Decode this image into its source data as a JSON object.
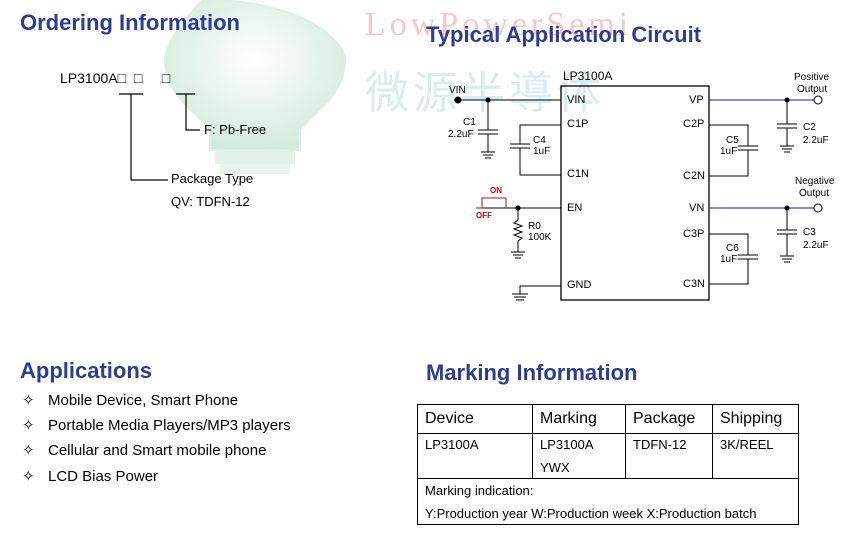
{
  "watermark": {
    "text": "LowPowerSemi",
    "cjk": "微源半導体"
  },
  "ordering": {
    "title": "Ordering Information",
    "part": "LP3100A",
    "box": "□",
    "pb_free": "F: Pb-Free",
    "pkg_type": "Package Type",
    "pkg_value": "QV: TDFN-12"
  },
  "circuit": {
    "title": "Typical Application Circuit",
    "chip": "LP3100A",
    "pins_left": [
      "VIN",
      "C1P",
      "C1N",
      "EN",
      "GND"
    ],
    "pins_right": [
      "VP",
      "C2P",
      "C2N",
      "VN",
      "C3P",
      "C3N"
    ],
    "vin": "VIN",
    "c1": "C1",
    "c1_val": "2.2uF",
    "c4": "C4",
    "c4_val": "1uF",
    "c5": "C5",
    "c5_val": "1uF",
    "c6": "C6",
    "c6_val": "1uF",
    "c2": "C2",
    "c2_val": "2.2uF",
    "c3": "C3",
    "c3_val": "2.2uF",
    "r0": "R0",
    "r0_val": "100K",
    "on": "ON",
    "off": "OFF",
    "pos_out_1": "Positive",
    "pos_out_2": "Output",
    "neg_out_1": "Negative",
    "neg_out_2": "Output",
    "colors": {
      "wire": "#000000",
      "fill": "#1a1aa0",
      "on_off": "#b01010"
    }
  },
  "applications": {
    "title": "Applications",
    "bullet": "✧",
    "items": [
      "Mobile Device, Smart Phone",
      "Portable Media Players/MP3 players",
      "Cellular and Smart mobile phone",
      "LCD Bias Power"
    ]
  },
  "marking": {
    "title": "Marking Information",
    "headers": [
      "Device",
      "Marking",
      "Package",
      "Shipping"
    ],
    "row": [
      "LP3100A",
      "LP3100A",
      "TDFN-12",
      "3K/REEL"
    ],
    "row2": [
      "",
      "YWX",
      "",
      ""
    ],
    "note_title": "Marking indication:",
    "note": "Y:Production year W:Production week X:Production batch"
  }
}
